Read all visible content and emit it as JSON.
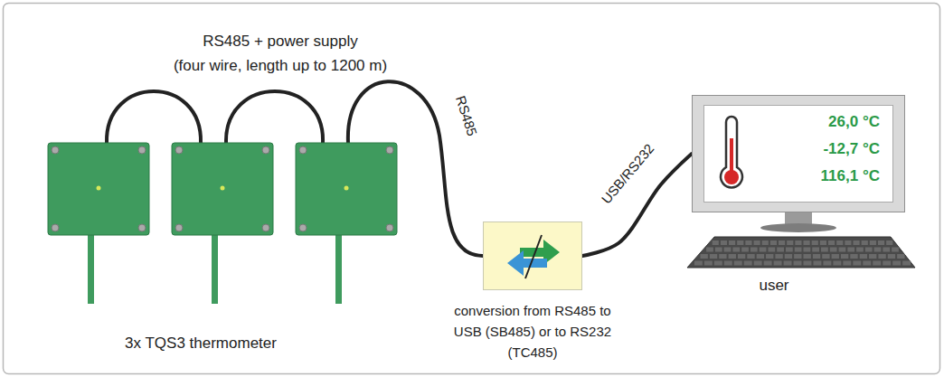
{
  "diagram": {
    "nodes": [
      {
        "text": [
          "conversion from RS485 to USB (SB485) or to RS232 (TC485)"
        ]
      },
      {
        "text": [
          "26,0 °C",
          "-12,7 °C",
          "116,1 °C",
          "user"
        ]
      }
    ],
    "edges": [
      {
        "from": 0,
        "to": 1,
        "arrow": "none",
        "label": "USB/RS232"
      }
    ],
    "labels": [
      "RS485 + power supply",
      "(four wire, length up to 1200 m)",
      "RS485",
      "3x TQS3 thermometer"
    ]
  }
}
